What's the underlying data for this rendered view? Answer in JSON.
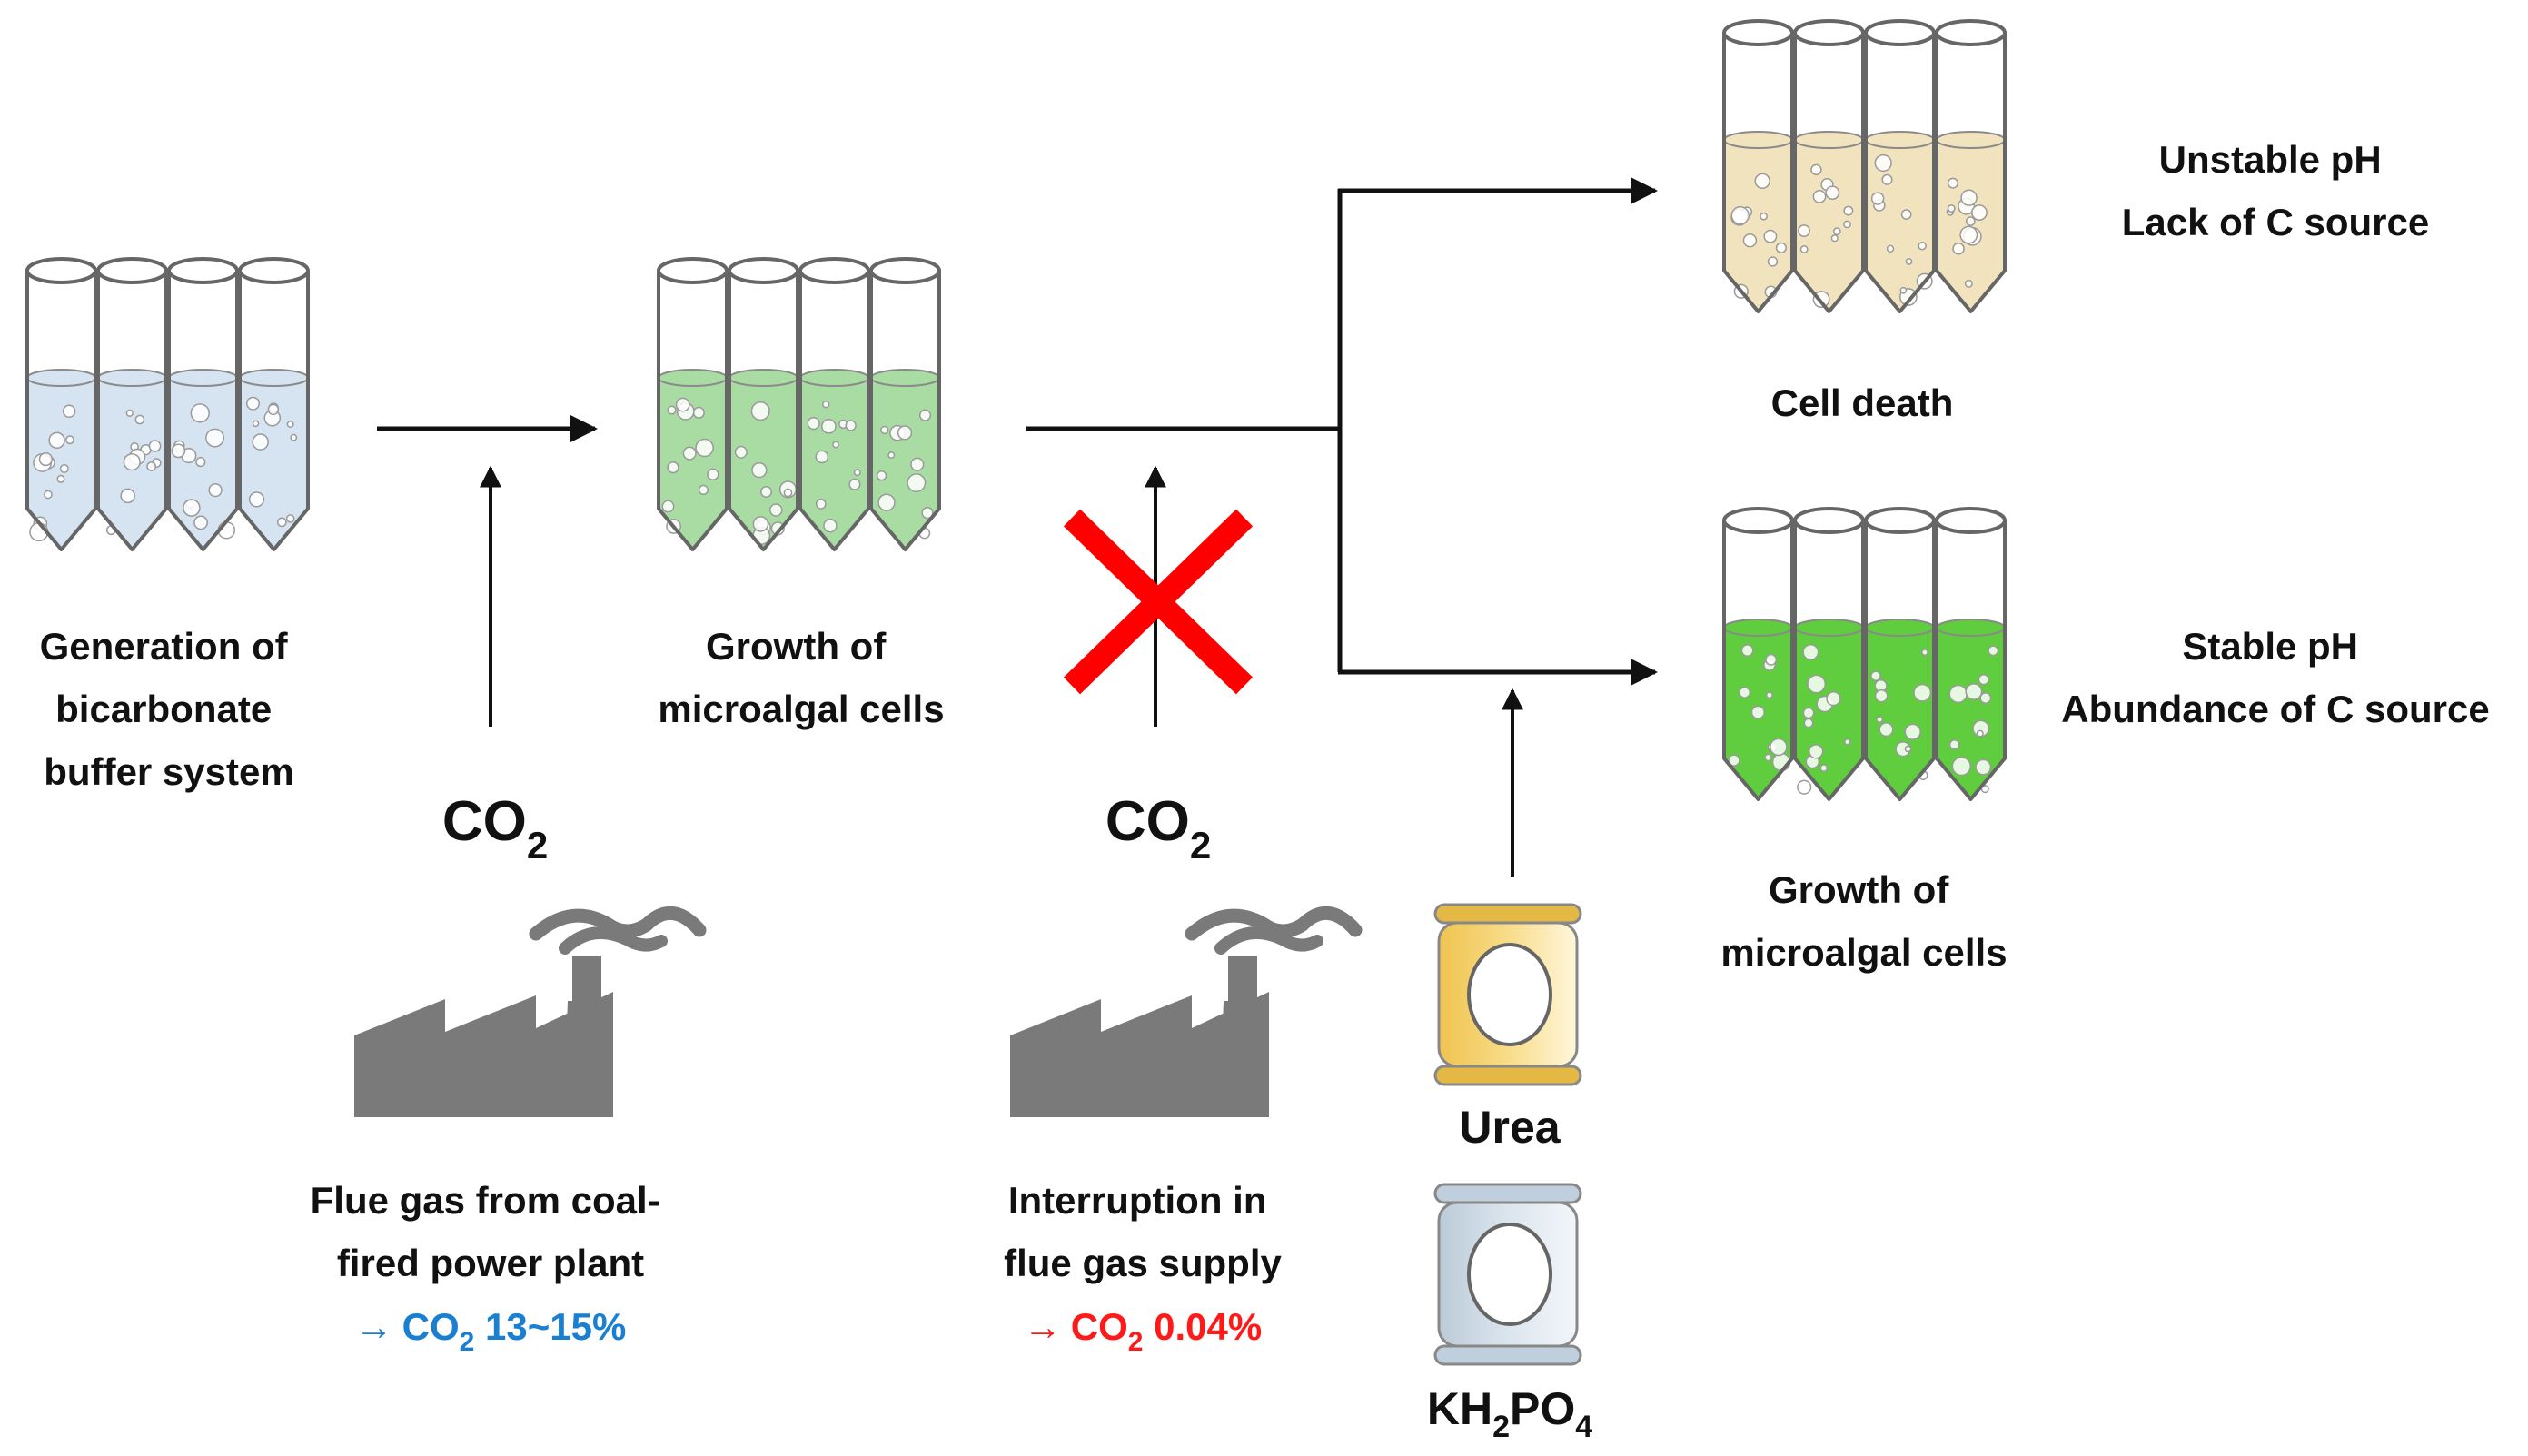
{
  "colors": {
    "buffer_liquid": "#d6e3f1",
    "green_light": "#a9dca3",
    "green_bright": "#5fcd3d",
    "dead_liquid": "#f1e3bd",
    "tube_outline": "#666666",
    "factory": "#7a7a7a",
    "cross": "#ff0000",
    "text": "#111111",
    "flue_percent": "#1a7fd0",
    "interrupt_percent": "#ff1a1a",
    "urea_bag": "#f2cb62",
    "kh2po4_bag": "#c9d7e3"
  },
  "icons": [
    "test-tube-rack-icon",
    "factory-icon",
    "fertilizer-bag-icon",
    "cross-icon",
    "arrow-icon"
  ],
  "stage1": {
    "label_lines": [
      "Generation of",
      "bicarbonate",
      "buffer system"
    ]
  },
  "stage2": {
    "label_lines": [
      "Growth of",
      "microalgal cells"
    ]
  },
  "co2_left": {
    "main": "CO",
    "sub": "2"
  },
  "co2_mid": {
    "main": "CO",
    "sub": "2"
  },
  "flue": {
    "lines": [
      "Flue gas from coal-",
      "fired power plant"
    ],
    "arrow": "→",
    "co2": "CO",
    "sub": "2",
    "value": " 13~15%"
  },
  "interrupt": {
    "lines": [
      "Interruption in",
      "flue gas supply"
    ],
    "arrow": "→",
    "co2": "CO",
    "sub": "2",
    "value": " 0.04%"
  },
  "outcome_death": {
    "label": "Cell death",
    "note_lines": [
      "Unstable pH",
      "Lack of C source"
    ]
  },
  "outcome_growth": {
    "label_lines": [
      "Growth of",
      "microalgal cells"
    ],
    "note_lines": [
      "Stable pH",
      "Abundance of C source"
    ]
  },
  "urea": {
    "label": "Urea"
  },
  "kh2po4": {
    "p1": "KH",
    "s1": "2",
    "p2": "PO",
    "s2": "4"
  }
}
